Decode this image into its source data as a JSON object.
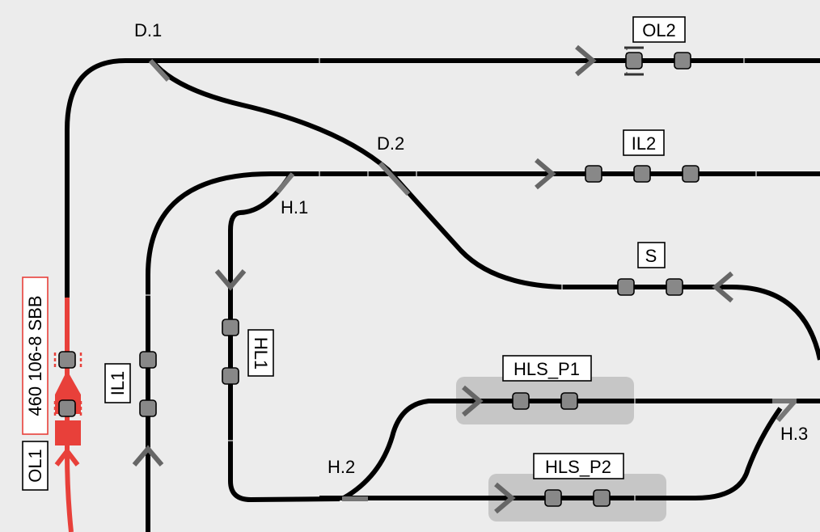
{
  "colors": {
    "background": "#ececec",
    "track": "#000000",
    "train": "#e8403a",
    "switch": "#777777",
    "platform": "#c6c6c6",
    "sensor": "#888888"
  },
  "blocks": {
    "ol2": "OL2",
    "il2": "IL2",
    "s": "S",
    "hls_p1": "HLS_P1",
    "hls_p2": "HLS_P2",
    "il1": "IL1",
    "hl1": "HL1",
    "ol1": "OL1"
  },
  "switches": {
    "d1": "D.1",
    "d2": "D.2",
    "h1": "H.1",
    "h2": "H.2",
    "h3": "H.3"
  },
  "train": {
    "name": "460 106-8 SBB",
    "block": "OL1"
  }
}
